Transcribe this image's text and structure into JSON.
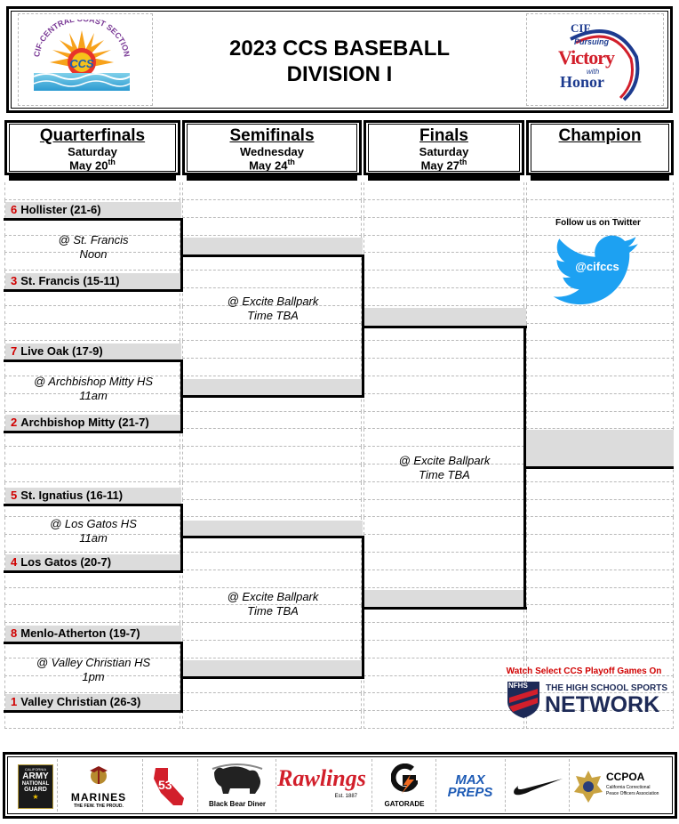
{
  "header": {
    "title_line1": "2023 CCS BASEBALL",
    "title_line2": "DIVISION I",
    "left_logo_text": "CIF-CENTRAL COAST SECTION",
    "left_logo_center": "CCS",
    "right_logo_top": "CIF",
    "right_logo_pursuing": "Pursuing",
    "right_logo_victory": "Victory",
    "right_logo_with": "with",
    "right_logo_honor": "Honor"
  },
  "rounds": [
    {
      "name": "Quarterfinals",
      "day": "Saturday",
      "date": "May 20",
      "suffix": "th"
    },
    {
      "name": "Semifinals",
      "day": "Wednesday",
      "date": "May 24",
      "suffix": "th"
    },
    {
      "name": "Finals",
      "day": "Saturday",
      "date": "May 27",
      "suffix": "th"
    },
    {
      "name": "Champion",
      "day": "",
      "date": "",
      "suffix": ""
    }
  ],
  "quarterfinals": [
    {
      "top_seed": "6",
      "top_team": "Hollister (21-6)",
      "venue": "@ St. Francis",
      "time": "Noon",
      "bottom_seed": "3",
      "bottom_team": "St. Francis (15-11)"
    },
    {
      "top_seed": "7",
      "top_team": "Live Oak (17-9)",
      "venue": "@ Archbishop Mitty HS",
      "time": "11am",
      "bottom_seed": "2",
      "bottom_team": "Archbishop Mitty (21-7)"
    },
    {
      "top_seed": "5",
      "top_team": "St. Ignatius (16-11)",
      "venue": "@ Los Gatos HS",
      "time": "11am",
      "bottom_seed": "4",
      "bottom_team": "Los Gatos (20-7)"
    },
    {
      "top_seed": "8",
      "top_team": "Menlo-Atherton (19-7)",
      "venue": "@ Valley Christian HS",
      "time": "1pm",
      "bottom_seed": "1",
      "bottom_team": "Valley Christian (26-3)"
    }
  ],
  "semifinals": [
    {
      "venue": "@ Excite Ballpark",
      "time": "Time TBA"
    },
    {
      "venue": "@ Excite Ballpark",
      "time": "Time TBA"
    }
  ],
  "finals": {
    "venue": "@ Excite Ballpark",
    "time": "Time TBA"
  },
  "twitter": {
    "follow_text": "Follow us on Twitter",
    "handle": "@cifccs"
  },
  "nfhs": {
    "watch_text": "Watch Select CCS Playoff Games On",
    "logo": "NFHS",
    "line1": "THE HIGH SCHOOL SPORTS",
    "line2": "NETWORK"
  },
  "sponsors": {
    "army1": "CALIFORNIA",
    "army2": "ARMY",
    "army3": "NATIONAL",
    "army4": "GUARD",
    "marines": "MARINES",
    "marines_sub": "THE FEW. THE PROUD.",
    "fiftythree": "53",
    "blackbear": "Black Bear Diner",
    "rawlings": "Rawlings",
    "rawlings_sub": "Est. 1887",
    "gatorade": "GATORADE",
    "maxpreps": "MAX PREPS",
    "ccpoa": "CCPOA",
    "ccpoa_sub1": "California Correctional",
    "ccpoa_sub2": "Peace Officers Association"
  },
  "colors": {
    "seed_red": "#d00000",
    "twitter_blue": "#1da1f2",
    "nfhs_navy": "#1d2a57",
    "accent_gray": "#dcdcdc"
  }
}
